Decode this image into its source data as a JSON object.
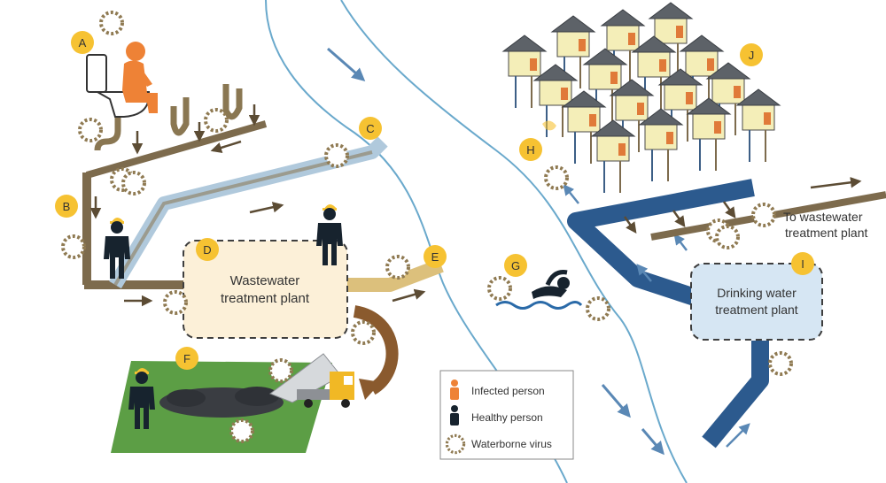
{
  "markers": {
    "A": "A",
    "B": "B",
    "C": "C",
    "D": "D",
    "E": "E",
    "F": "F",
    "G": "G",
    "H": "H",
    "I": "I",
    "J": "J"
  },
  "wastewater_plant": {
    "line1": "Wastewater",
    "line2": "treatment plant"
  },
  "drinking_plant": {
    "line1": "Drinking water",
    "line2": "treatment plant"
  },
  "to_wastewater": {
    "line1": "To wastewater",
    "line2": "treatment plant"
  },
  "legend": {
    "infected": "Infected person",
    "healthy": "Healthy person",
    "virus": "Waterborne virus"
  },
  "colors": {
    "marker": "#f6c232",
    "sewage_pipe": "#7d6b4d",
    "light_blue_pipe": "#a7c8de",
    "dark_blue_pipe": "#2c5a8e",
    "river_line": "#6aa9cc",
    "arrow": "#5a88b5",
    "wastewater_box": "#fcf0d8",
    "drinking_box": "#d6e6f3",
    "grass": "#5c9e45",
    "infected": "#ee8236",
    "healthy": "#17232e",
    "house_wall": "#f4eeb8",
    "roof": "#5d6268"
  }
}
